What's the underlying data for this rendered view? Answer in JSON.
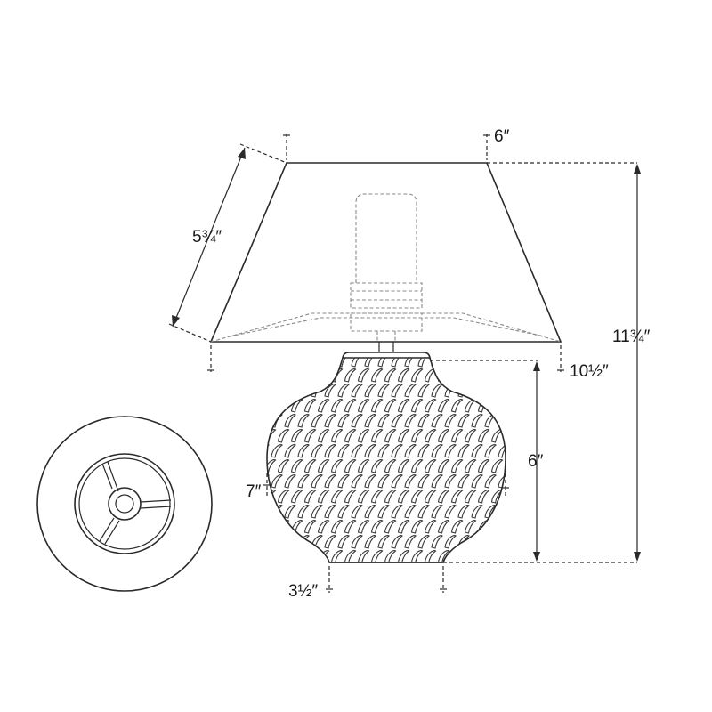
{
  "drawing": {
    "subject": "table-lamp-dimension-drawing",
    "line_color": "#2a2a2a",
    "hidden_line_color": "#8a8a8a",
    "background": "#ffffff"
  },
  "dimensions": {
    "shade_top_diameter": "6″",
    "shade_slant_height": "5¾″",
    "shade_bottom_diameter": "10½″",
    "overall_height": "11¾″",
    "base_height": "6″",
    "base_width": "7″",
    "foot_diameter": "3½″"
  }
}
